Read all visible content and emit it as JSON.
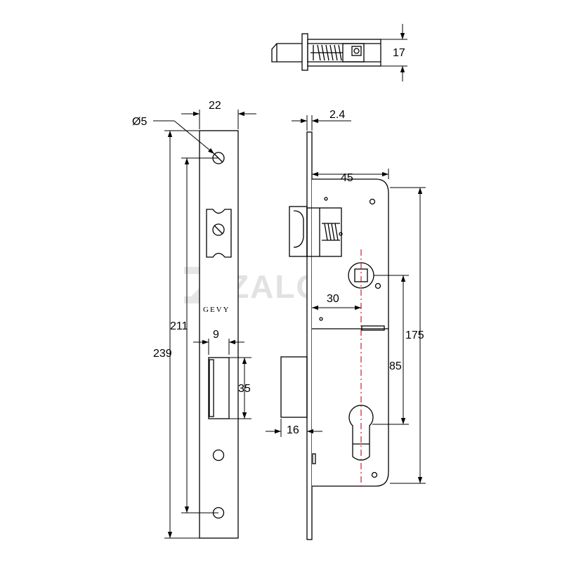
{
  "labels": {
    "hole_diameter": "Ø5",
    "faceplate_width": "22",
    "faceplate_thickness": "2.4",
    "backset": "45",
    "square_offset": "30",
    "case_height": "175",
    "center_distance": "85",
    "faceplate_length": "239",
    "screw_spacing": "211",
    "bolt_width": "9",
    "bolt_slot_height": "35",
    "bolt_throw": "16",
    "latch_height": "17",
    "brand_mark": "GEVY",
    "watermark": "ZALONIS"
  },
  "colors": {
    "line": "#000000",
    "axis": "#d0021b",
    "watermark": "#e2e2e2"
  }
}
